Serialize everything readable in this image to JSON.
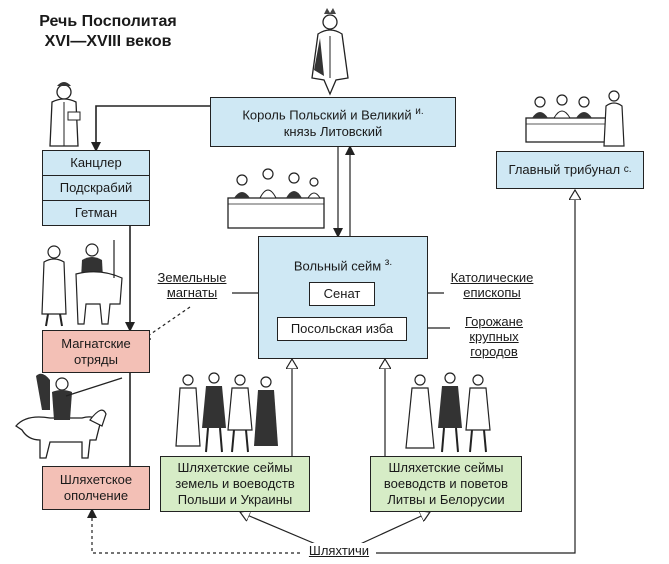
{
  "title": {
    "line1": "Речь Посполитая",
    "line2": "XVI—XVIII веков"
  },
  "king": {
    "line1": "Король Польский и Великий",
    "line2": "князь Литовский",
    "note": "и."
  },
  "officials": [
    "Канцлер",
    "Подскрабий",
    "Гетман"
  ],
  "tribunal": {
    "label": "Главный трибунал",
    "note": "с."
  },
  "sejm": {
    "label": "Вольный сейм",
    "note": "з.",
    "senate": "Сенат",
    "envoys": "Посольская изба"
  },
  "magnates_troops": {
    "line1": "Магнатские",
    "line2": "отряды"
  },
  "militia": {
    "line1": "Шляхетское",
    "line2": "ополчение"
  },
  "left_sejmiks": {
    "line1": "Шляхетские сеймы",
    "line2": "земель и воеводств",
    "line3": "Польши и Украины"
  },
  "right_sejmiks": {
    "line1": "Шляхетские сеймы",
    "line2": "воеводств и поветов",
    "line3": "Литвы и Белорусии"
  },
  "side_labels": {
    "magnates": {
      "line1": "Земельные",
      "line2": "магнаты"
    },
    "bishops": {
      "line1": "Католические",
      "line2": "епископы"
    },
    "townsmen": {
      "line1": "Горожане",
      "line2": "крупных",
      "line3": "городов"
    },
    "gentry": "Шляхтичи"
  },
  "icons": [
    "king-figure-icon",
    "chancellor-figure-icon",
    "tribunal-figures-icon",
    "sejm-table-figures-icon",
    "magnates-figures-icon",
    "hussar-rider-icon",
    "gentry-group-left-icon",
    "gentry-group-right-icon"
  ]
}
